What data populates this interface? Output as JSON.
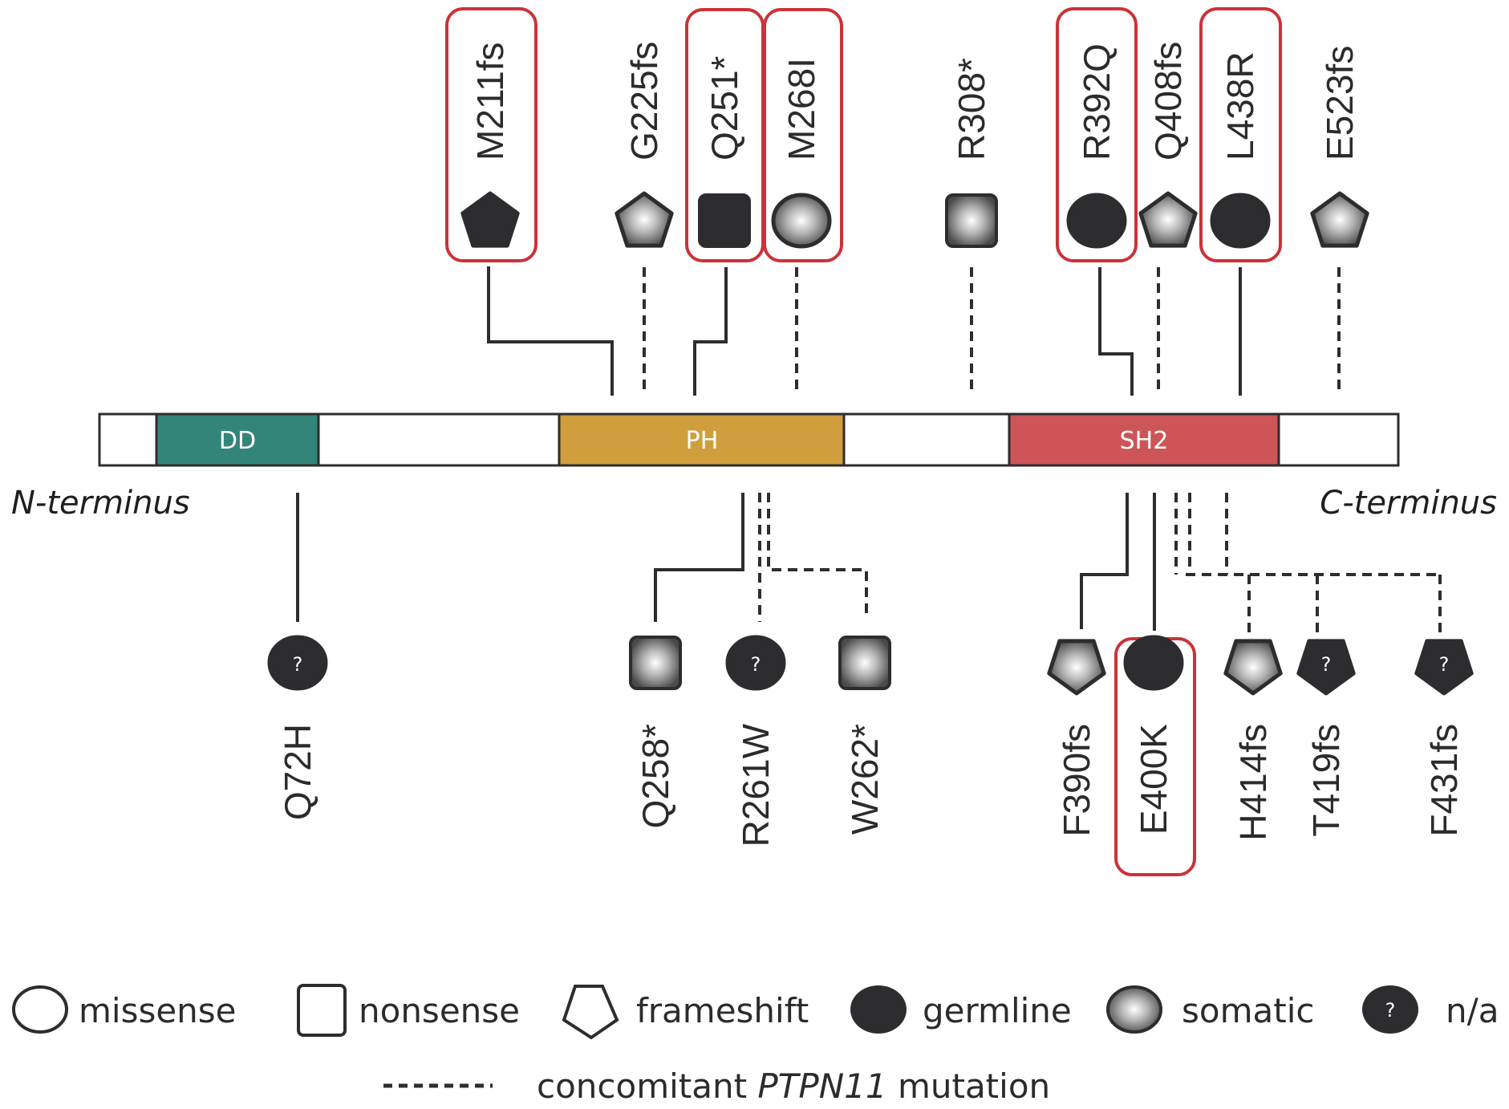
{
  "protein": {
    "n_terminus_label": "N-terminus",
    "c_terminus_label": "C-terminus",
    "domains": [
      {
        "name": "DD",
        "color": "#348579"
      },
      {
        "name": "PH",
        "color": "#D09E3C"
      },
      {
        "name": "SH2",
        "color": "#CD5557"
      }
    ]
  },
  "colors": {
    "highlight_box": "#CB3239",
    "symbol_dark": "#2d2d2f",
    "line": "#2d2d2f"
  },
  "mutations_top": [
    {
      "label": "M211fs",
      "type": "frameshift",
      "origin": "germline",
      "highlighted": true,
      "concomitant_ptpn11": false
    },
    {
      "label": "G225fs",
      "type": "frameshift",
      "origin": "somatic",
      "highlighted": false,
      "concomitant_ptpn11": true
    },
    {
      "label": "Q251*",
      "type": "nonsense",
      "origin": "germline",
      "highlighted": true,
      "concomitant_ptpn11": false
    },
    {
      "label": "M268I",
      "type": "missense",
      "origin": "somatic",
      "highlighted": true,
      "concomitant_ptpn11": true
    },
    {
      "label": "R308*",
      "type": "nonsense",
      "origin": "somatic",
      "highlighted": false,
      "concomitant_ptpn11": true
    },
    {
      "label": "R392Q",
      "type": "missense",
      "origin": "germline",
      "highlighted": true,
      "concomitant_ptpn11": false
    },
    {
      "label": "Q408fs",
      "type": "frameshift",
      "origin": "somatic",
      "highlighted": false,
      "concomitant_ptpn11": true
    },
    {
      "label": "L438R",
      "type": "missense",
      "origin": "germline",
      "highlighted": true,
      "concomitant_ptpn11": false
    },
    {
      "label": "E523fs",
      "type": "frameshift",
      "origin": "somatic",
      "highlighted": false,
      "concomitant_ptpn11": true
    }
  ],
  "mutations_bottom": [
    {
      "label": "Q72H",
      "type": "missense",
      "origin": "n/a",
      "highlighted": false,
      "concomitant_ptpn11": false
    },
    {
      "label": "Q258*",
      "type": "nonsense",
      "origin": "somatic",
      "highlighted": false,
      "concomitant_ptpn11": false
    },
    {
      "label": "R261W",
      "type": "missense",
      "origin": "n/a",
      "highlighted": false,
      "concomitant_ptpn11": true
    },
    {
      "label": "W262*",
      "type": "nonsense",
      "origin": "somatic",
      "highlighted": false,
      "concomitant_ptpn11": true
    },
    {
      "label": "F390fs",
      "type": "frameshift",
      "origin": "somatic",
      "highlighted": false,
      "concomitant_ptpn11": false
    },
    {
      "label": "E400K",
      "type": "missense",
      "origin": "germline",
      "highlighted": true,
      "concomitant_ptpn11": false
    },
    {
      "label": "H414fs",
      "type": "frameshift",
      "origin": "somatic",
      "highlighted": false,
      "concomitant_ptpn11": true
    },
    {
      "label": "T419fs",
      "type": "frameshift",
      "origin": "n/a",
      "highlighted": false,
      "concomitant_ptpn11": true
    },
    {
      "label": "F431fs",
      "type": "frameshift",
      "origin": "n/a",
      "highlighted": false,
      "concomitant_ptpn11": true
    }
  ],
  "legend": {
    "items": [
      {
        "label": "missense",
        "icon": "circle-outline-icon"
      },
      {
        "label": "nonsense",
        "icon": "square-outline-icon"
      },
      {
        "label": "frameshift",
        "icon": "pentagon-outline-icon"
      },
      {
        "label": "germline",
        "icon": "filled-dark-circle-icon"
      },
      {
        "label": "somatic",
        "icon": "gradient-circle-icon"
      },
      {
        "label": "n/a",
        "icon": "question-circle-icon"
      }
    ],
    "na_glyph": "?",
    "concomitant_prefix": "concomitant ",
    "concomitant_gene": "PTPN11",
    "concomitant_suffix": " mutation"
  }
}
